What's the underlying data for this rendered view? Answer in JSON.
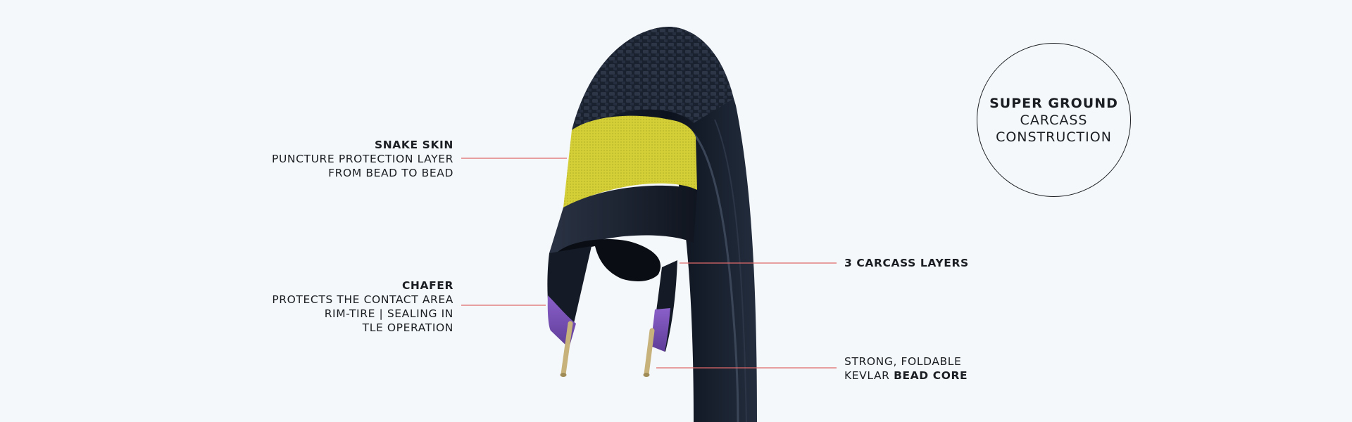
{
  "callouts": {
    "snake_skin": {
      "title": "SNAKE SKIN",
      "line1": "PUNCTURE PROTECTION LAYER",
      "line2": "FROM BEAD TO BEAD"
    },
    "chafer": {
      "title": "CHAFER",
      "line1": "PROTECTS THE CONTACT AREA",
      "line2": "RIM-TIRE | SEALING IN",
      "line3": "TLE OPERATION"
    },
    "carcass": {
      "title": "3 CARCASS LAYERS"
    },
    "bead": {
      "line1": "STRONG, FOLDABLE",
      "line2_plain": "KEVLAR ",
      "line2_bold": "BEAD CORE"
    }
  },
  "badge": {
    "line1": "SUPER GROUND",
    "line2": "CARCASS",
    "line3": "CONSTRUCTION"
  },
  "colors": {
    "background": "#f5f8fb",
    "leader_line": "#e06a6a",
    "tire_rubber": "#0f1623",
    "snake_skin_layer": "#d7d23a",
    "chafer_layer": "#7a55b8",
    "bead_core": "#c6b27a",
    "text": "#1b1e22"
  }
}
